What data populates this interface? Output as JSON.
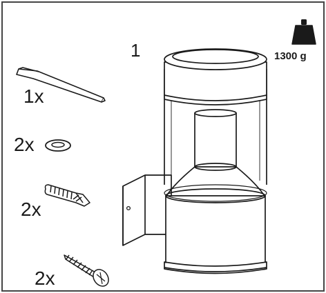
{
  "part_number": "1",
  "weight": {
    "label": "1300 g",
    "icon": "weight-icon"
  },
  "components": [
    {
      "name": "allen-key",
      "quantity": "1x",
      "icon": "hex-key-icon"
    },
    {
      "name": "washer",
      "quantity": "2x",
      "icon": "washer-icon"
    },
    {
      "name": "wall-plug",
      "quantity": "2x",
      "icon": "wall-plug-icon"
    },
    {
      "name": "screw",
      "quantity": "2x",
      "icon": "screw-icon"
    }
  ],
  "colors": {
    "line": "#1a1a1a",
    "border": "#444444",
    "background": "#ffffff"
  }
}
